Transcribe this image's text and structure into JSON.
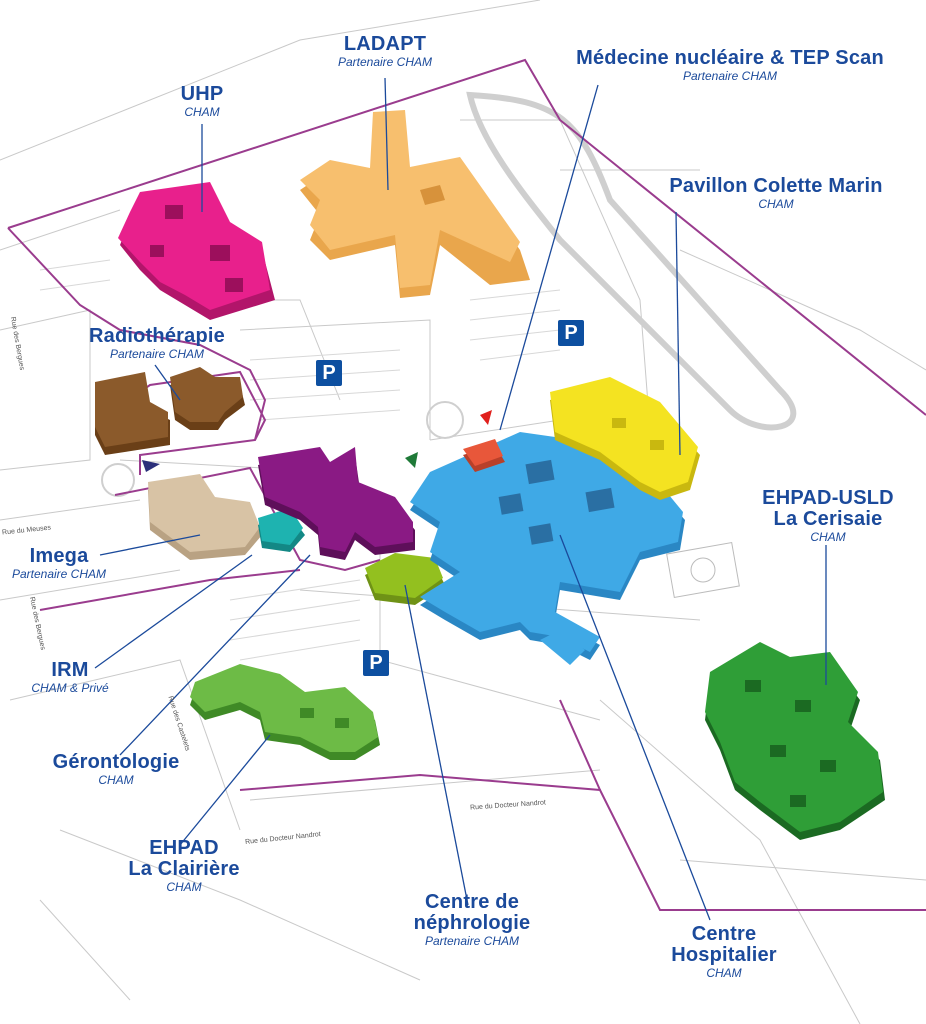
{
  "labels": {
    "ladapt": {
      "title": "LADAPT",
      "sub": "Partenaire CHAM"
    },
    "medecine": {
      "title": "Médecine nucléaire & TEP Scan",
      "sub": "Partenaire CHAM"
    },
    "uhp": {
      "title": "UHP",
      "sub": "CHAM"
    },
    "pavillon": {
      "title": "Pavillon Colette Marin",
      "sub": "CHAM"
    },
    "radiotherapie": {
      "title": "Radiothérapie",
      "sub": "Partenaire CHAM"
    },
    "ehpad_usld": {
      "title1": "EHPAD-USLD",
      "title2": "La Cerisaie",
      "sub": "CHAM"
    },
    "imega": {
      "title": "Imega",
      "sub": "Partenaire CHAM"
    },
    "irm": {
      "title": "IRM",
      "sub": "CHAM & Privé"
    },
    "gerontologie": {
      "title": "Gérontologie",
      "sub": "CHAM"
    },
    "ehpad_clairiere": {
      "title1": "EHPAD",
      "title2": "La Clairière",
      "sub": "CHAM"
    },
    "nephrologie": {
      "title1": "Centre de",
      "title2": "néphrologie",
      "sub": "Partenaire CHAM"
    },
    "centre_hospitalier": {
      "title1": "Centre",
      "title2": "Hospitalier",
      "sub": "CHAM"
    }
  },
  "parking": {
    "symbol": "P"
  },
  "streets": {
    "bergues1": "Rue des Bergues",
    "meuses": "Rue du Meuses",
    "bergues2": "Rue des Bergues",
    "castelets": "Rue des Castelets",
    "nandrot1": "Rue du Docteur Nandrot",
    "nandrot2": "Rue du Docteur Nandrot"
  },
  "colors": {
    "label_blue": "#1b4a9b",
    "perimeter": "#9a3c8e",
    "ladapt": "#f7bf6e",
    "uhp": "#e8208c",
    "radiotherapie": "#8b5a2b",
    "imega": "#d8c3a5",
    "irm": "#1eb3b0",
    "gerontologie": "#8a1a84",
    "nephrologie": "#93c01f",
    "centre_hospitalier": "#3fa9e6",
    "pavillon": "#f4e321",
    "medecine": "#e8573a",
    "ehpad_usld": "#2f9e37",
    "ehpad_clairiere": "#6dbb46"
  }
}
